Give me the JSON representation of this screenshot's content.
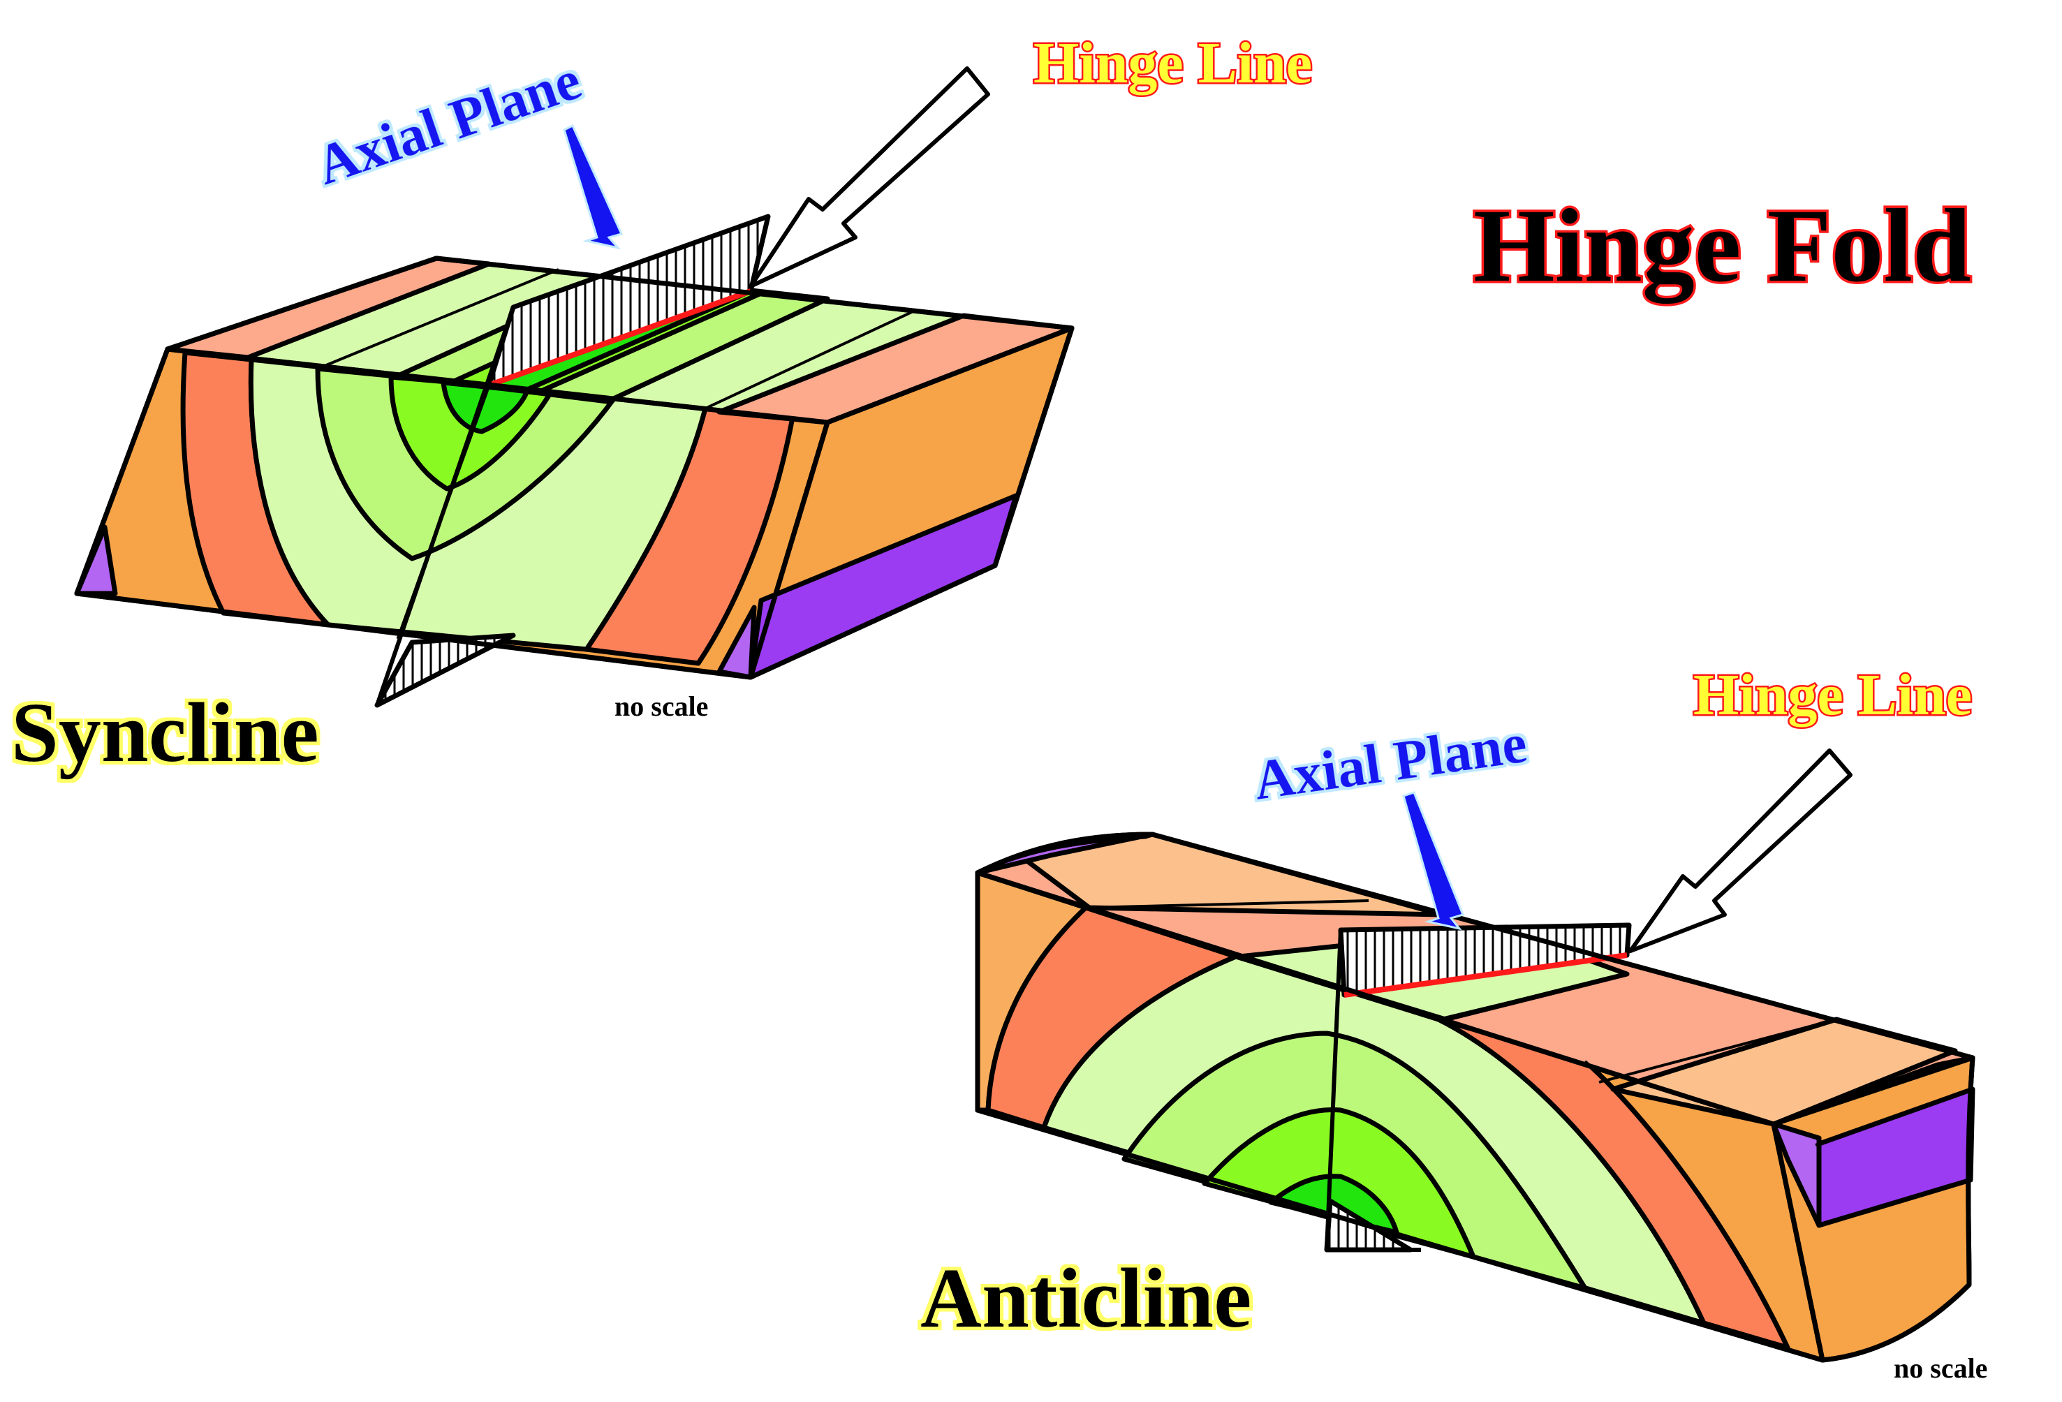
{
  "title": "Hinge Fold",
  "syncline": {
    "name": "Syncline",
    "axial_plane_label": "Axial Plane",
    "hinge_line_label": "Hinge Line",
    "scale_note": "no scale"
  },
  "anticline": {
    "name": "Anticline",
    "axial_plane_label": "Axial Plane",
    "hinge_line_label": "Hinge Line",
    "scale_note": "no scale"
  },
  "colors": {
    "layer_purple": "#9b3cf2",
    "layer_lilac": "#b266f2",
    "layer_orange": "#f7a347",
    "layer_light_orange": "#f8ae5e",
    "layer_peach": "#fcc08c",
    "layer_salmon": "#fda98c",
    "layer_coral": "#fd8158",
    "layer_pale_green": "#d7fbad",
    "layer_light_green": "#bcf87a",
    "layer_lime": "#8afa23",
    "layer_green": "#22e50e",
    "hinge_line": "#ff1a1a",
    "axial_label": "#1414f0",
    "hinge_label_fill": "#ffff33",
    "hinge_label_stroke": "#ff1a1a",
    "title_stroke": "#ff1a1a",
    "name_glow": "#ffff66"
  }
}
